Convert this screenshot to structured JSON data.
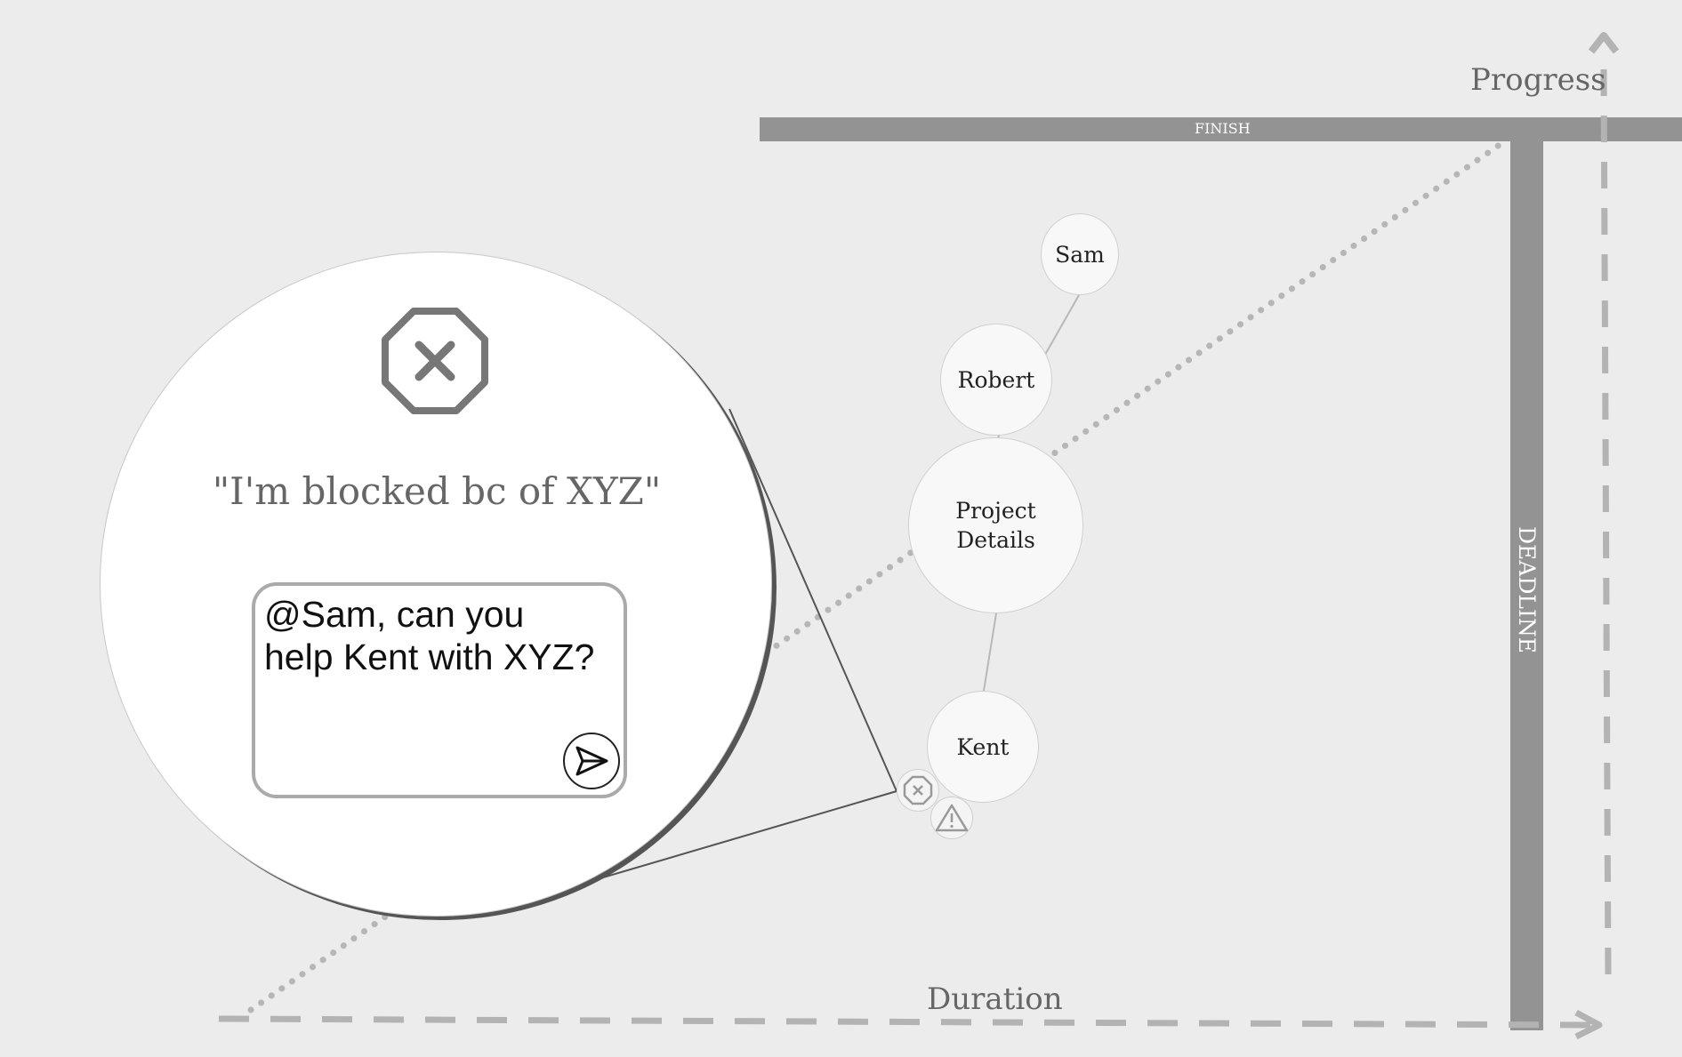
{
  "axes": {
    "progress_label": "Progress",
    "duration_label": "Duration"
  },
  "bars": {
    "finish_label": "FINISH",
    "deadline_label": "DEADLINE"
  },
  "nodes": {
    "sam": "Sam",
    "robert": "Robert",
    "project_line1": "Project",
    "project_line2": "Details",
    "kent": "Kent"
  },
  "zoom": {
    "quote": "\"I'm blocked bc of XYZ\"",
    "reply_line1": "@Sam, can you",
    "reply_line2": "help Kent with XYZ?"
  },
  "icons": {
    "blocked": "octagon-x-icon",
    "warning": "warning-triangle-icon",
    "send": "send-arrow-icon"
  },
  "colors": {
    "background": "#ececec",
    "bar": "#939393",
    "axis": "#b3b3b3"
  }
}
